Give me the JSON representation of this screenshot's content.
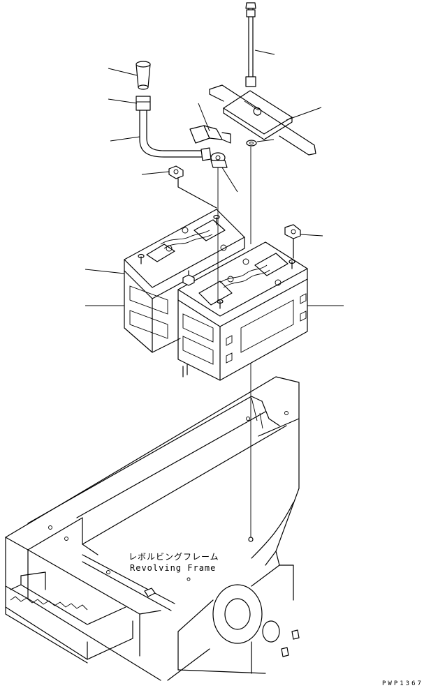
{
  "diagram": {
    "frame_label_jp": "レボルビングフレーム",
    "frame_label_en": "Revolving Frame",
    "drawing_code": "PWP1367"
  }
}
